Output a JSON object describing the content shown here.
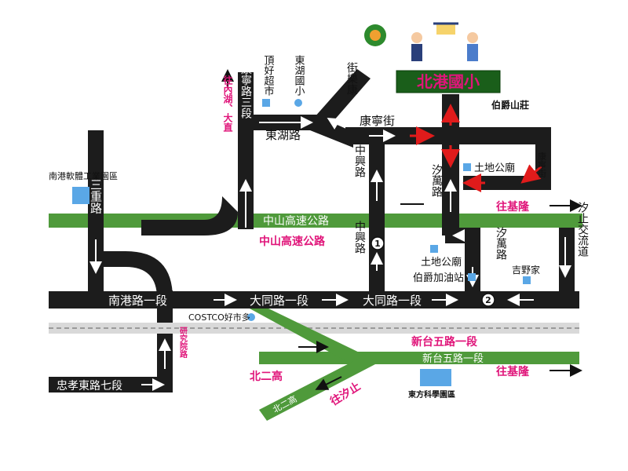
{
  "colors": {
    "road": "#1c1c1c",
    "highway": "#4f9a3b",
    "route_arrow": "#e01b1b",
    "highlight": "#e0157a",
    "landmark": "#5aa7e6"
  },
  "school": {
    "name": "北港國小"
  },
  "roads": {
    "kangning_3": "康寧路三段",
    "donghu": "東湖路",
    "jiele": "街樂康",
    "kangning_st": "康寧街",
    "zhongxing": "中興路",
    "zhongxing2": "中興路",
    "xiwan": "汐萬路",
    "xiwan2": "汐萬路",
    "sanchong": "三重路",
    "nangang_1": "南港路一段",
    "datong_1a": "大同路一段",
    "datong_1b": "大同路一段",
    "zhongxiao_7": "忠孝東路七段",
    "xizhi_blvd": "汐止交流道",
    "xintai_5": "新台五路一段",
    "kangning_side": "康寧街",
    "yanjiu": "研究院路"
  },
  "highways": {
    "zhongshan": "中山高速公路",
    "zhongshan_pink": "中山高速公路",
    "north2_road": "北二高",
    "north2_pink": "北二高"
  },
  "landmarks": {
    "dinghao": "頂好超市",
    "donghu_school": "東湖國小",
    "software_park": "南港軟體工業園區",
    "tudi1": "土地公廟",
    "tudi2": "土地公廟",
    "gas": "伯爵加油站",
    "yoshinoya": "吉野家",
    "costco": "COSTCO好市多",
    "science_park": "東方科學園區",
    "bojue": "伯爵山莊"
  },
  "directions": {
    "to_neihu": "往內湖、大直",
    "to_keelung1": "往基隆",
    "to_keelung2": "往基隆",
    "to_xizhi": "往汐止"
  },
  "markers": {
    "m1": "1",
    "m2": "2"
  }
}
